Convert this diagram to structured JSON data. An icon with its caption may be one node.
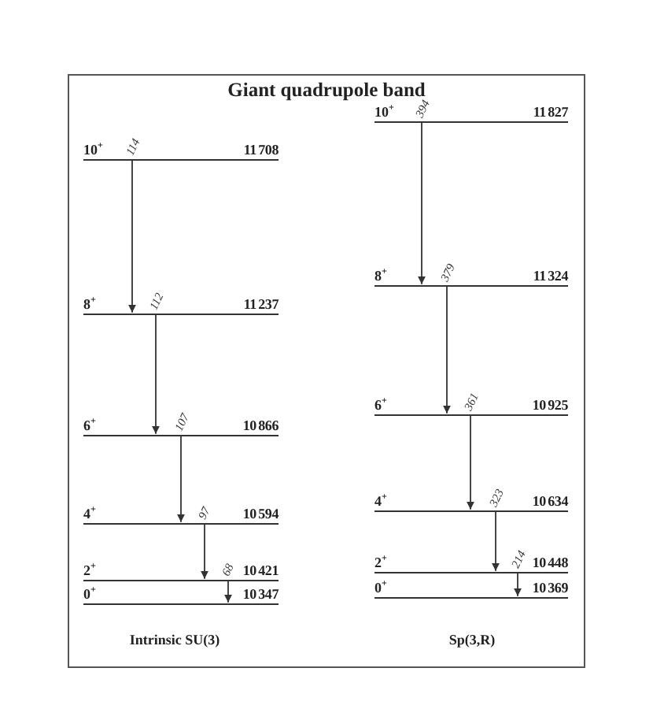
{
  "diagram": {
    "title": "Giant quadrupole band",
    "nodes": [
      {
        "text": [
          "10$^{+}$",
          "11 708"
        ]
      },
      {
        "text": [
          "8$^{+}$",
          "11 237"
        ]
      },
      {
        "text": [
          "6$^{+}$",
          "10 866"
        ]
      },
      {
        "text": [
          "4$^{+}$",
          "10 594"
        ]
      },
      {
        "text": [
          "2$^{+}$",
          "10 421"
        ]
      },
      {
        "text": [
          "0$^{+}$",
          "10 347"
        ]
      },
      {
        "text": [
          "10$^{+}$",
          "11 827"
        ]
      },
      {
        "text": [
          "8$^{+}$",
          "11 324"
        ]
      },
      {
        "text": [
          "6$^{+}$",
          "10 925"
        ]
      },
      {
        "text": [
          "4$^{+}$",
          "10 634"
        ]
      },
      {
        "text": [
          "2$^{+}$",
          "10 448"
        ]
      },
      {
        "text": [
          "0$^{+}$",
          "10 369"
        ]
      }
    ],
    "edges": [
      {
        "from": 0,
        "to": 1,
        "arrow": "to",
        "label": "114"
      },
      {
        "from": 1,
        "to": 2,
        "arrow": "to",
        "label": "112"
      },
      {
        "from": 2,
        "to": 3,
        "arrow": "to",
        "label": "107"
      },
      {
        "from": 3,
        "to": 4,
        "arrow": "to",
        "label": "97"
      },
      {
        "from": 4,
        "to": 5,
        "arrow": "to",
        "label": "68"
      },
      {
        "from": 6,
        "to": 7,
        "arrow": "to",
        "label": "394"
      },
      {
        "from": 7,
        "to": 8,
        "arrow": "to",
        "label": "379"
      },
      {
        "from": 8,
        "to": 9,
        "arrow": "to",
        "label": "361"
      },
      {
        "from": 9,
        "to": 10,
        "arrow": "to",
        "label": "323"
      },
      {
        "from": 10,
        "to": 11,
        "arrow": "to",
        "label": "214"
      }
    ],
    "labels": [
      "Intrinsic SU(3)",
      "Sp(3,R)"
    ]
  }
}
